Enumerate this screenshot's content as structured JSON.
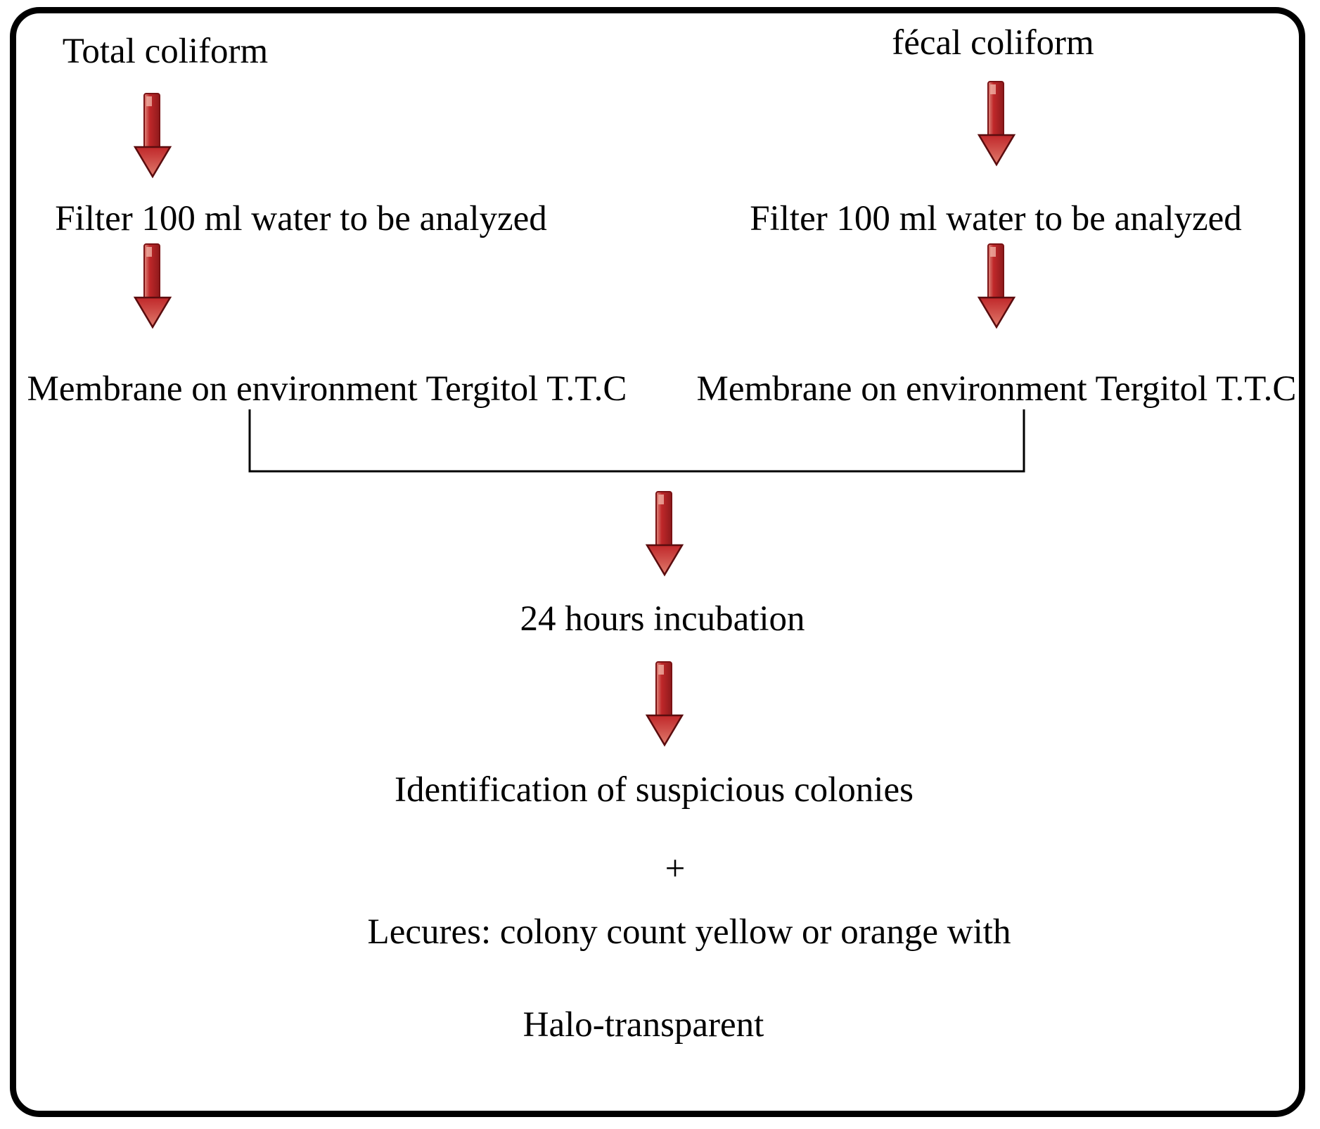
{
  "diagram": {
    "colors": {
      "frame": "#000000",
      "arrow_fill": "#c0282a",
      "arrow_tip": "#d96a5a",
      "arrow_highlight": "#e89a8a",
      "text": "#000000"
    },
    "left_branch": {
      "title": "Total coliform",
      "step1": "Filter 100 ml water to be analyzed",
      "step2": "Membrane on environment Tergitol T.T.C"
    },
    "right_branch": {
      "title": "fécal coliform",
      "step1": "Filter 100 ml water to be analyzed",
      "step2": "Membrane on environment Tergitol T.T.C"
    },
    "merged": {
      "incubation": "24 hours incubation",
      "identification": "Identification of suspicious colonies",
      "plus": "+",
      "reading_line1": "Lecures: colony count yellow or orange with",
      "reading_line2": "Halo-transparent"
    }
  }
}
